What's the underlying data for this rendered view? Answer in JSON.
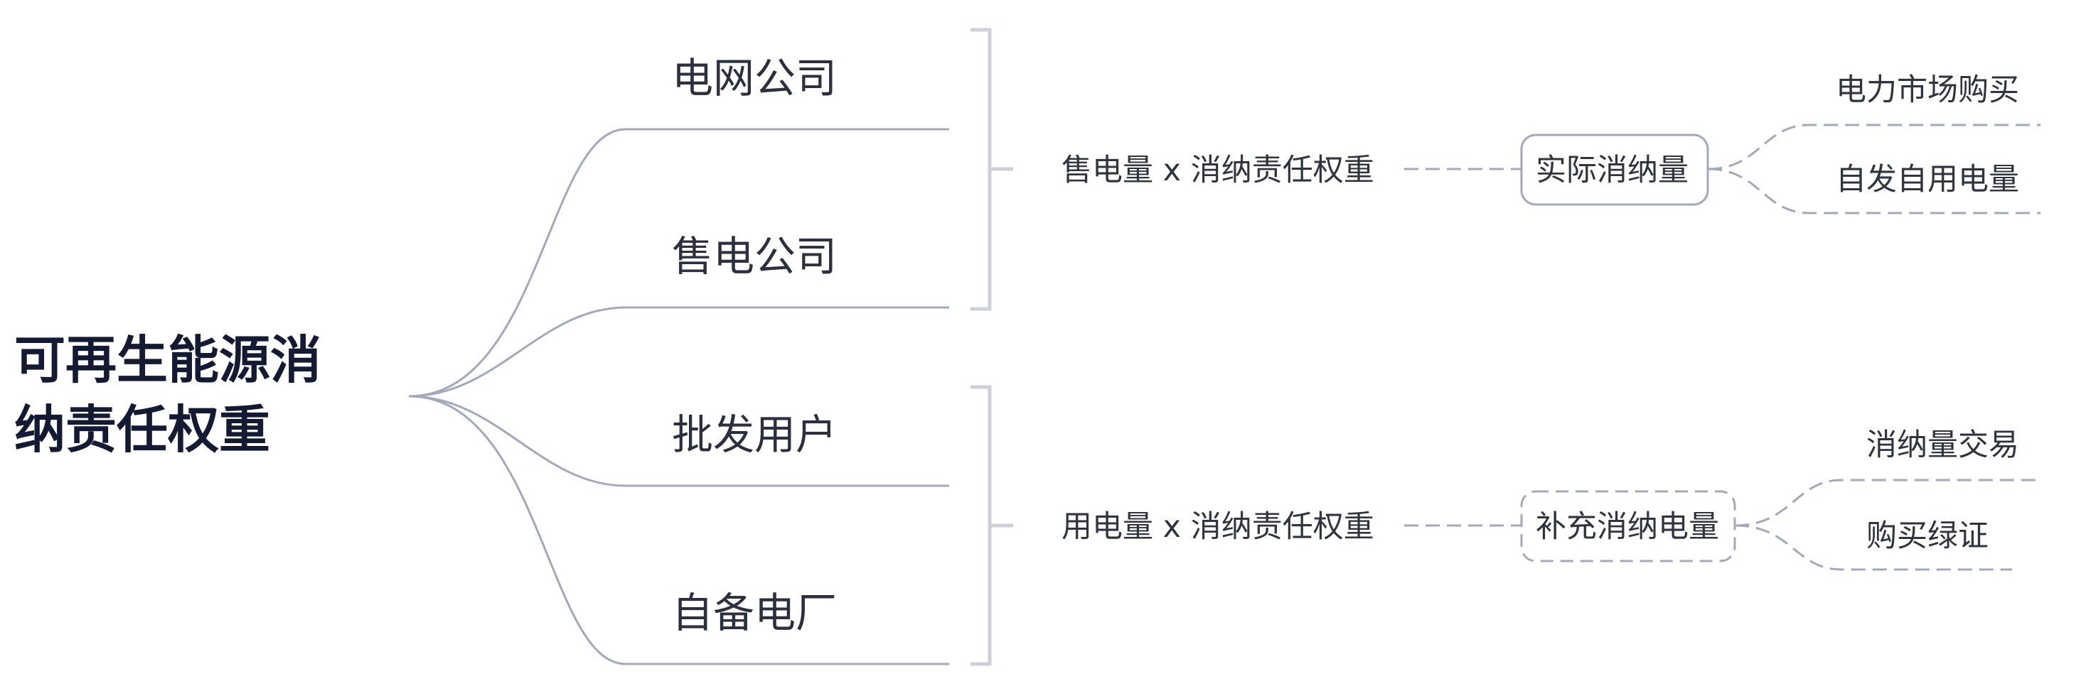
{
  "root": {
    "line1": "可再生能源消",
    "line2": "纳责任权重"
  },
  "entities": [
    {
      "label": "电网公司"
    },
    {
      "label": "售电公司"
    },
    {
      "label": "批发用户"
    },
    {
      "label": "自备电厂"
    }
  ],
  "groups": [
    {
      "formula": "售电量 x 消纳责任权重",
      "node": "实际消纳量",
      "leaves": [
        "电力市场购买",
        "自发自用电量"
      ]
    },
    {
      "formula": "用电量 x 消纳责任权重",
      "node": "补充消纳电量",
      "leaves": [
        "消纳量交易",
        "购买绿证"
      ]
    }
  ]
}
